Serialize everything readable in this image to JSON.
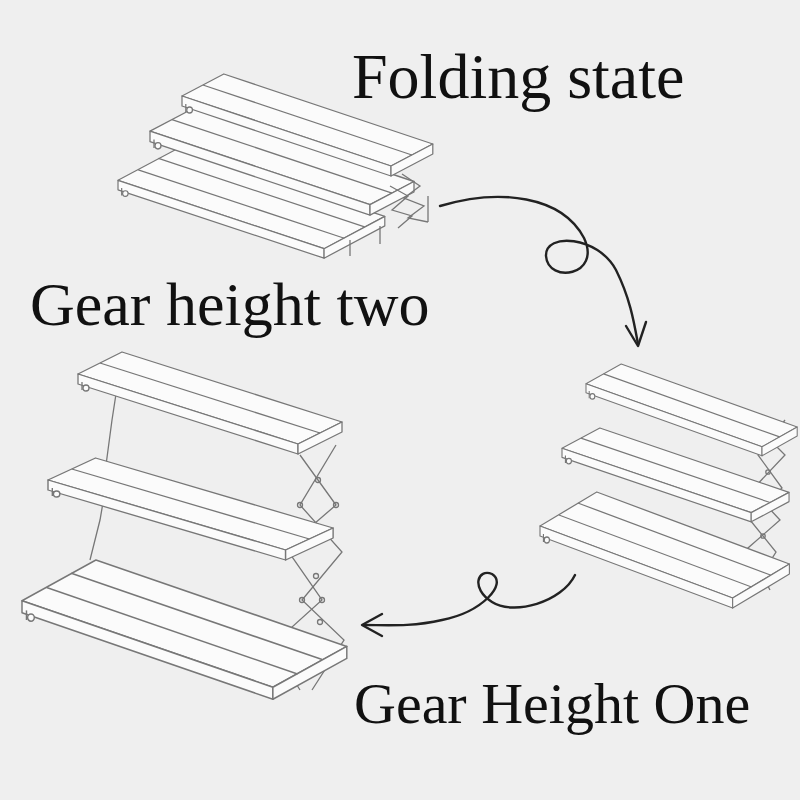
{
  "diagram": {
    "labels": [
      "Folding state",
      "Gear height two",
      "Gear Height One"
    ]
  }
}
